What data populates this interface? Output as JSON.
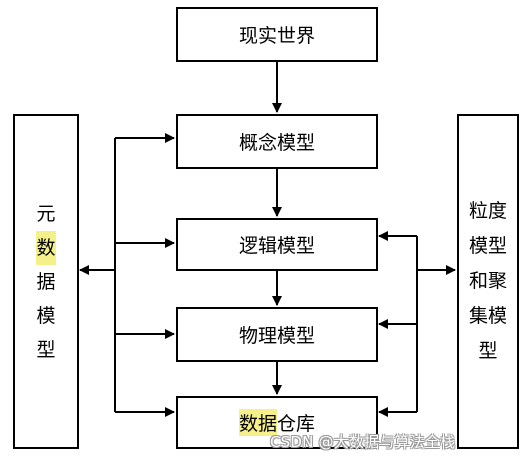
{
  "boxes": {
    "real_world": "现实世界",
    "concept_model": "概念模型",
    "logical_model": "逻辑模型",
    "physical_model": "物理模型",
    "data_warehouse": {
      "part1": "数据",
      "part2": "仓库"
    }
  },
  "left_panel": {
    "chars": [
      "元",
      "数",
      "据",
      "模",
      "型"
    ]
  },
  "right_panel": {
    "lines": [
      "粒度",
      "模型",
      "和聚",
      "集模",
      "型"
    ]
  },
  "watermark": "CSDN @大数据与算法全栈",
  "colors": {
    "highlight": "#f6f08a",
    "stroke": "#000000"
  }
}
